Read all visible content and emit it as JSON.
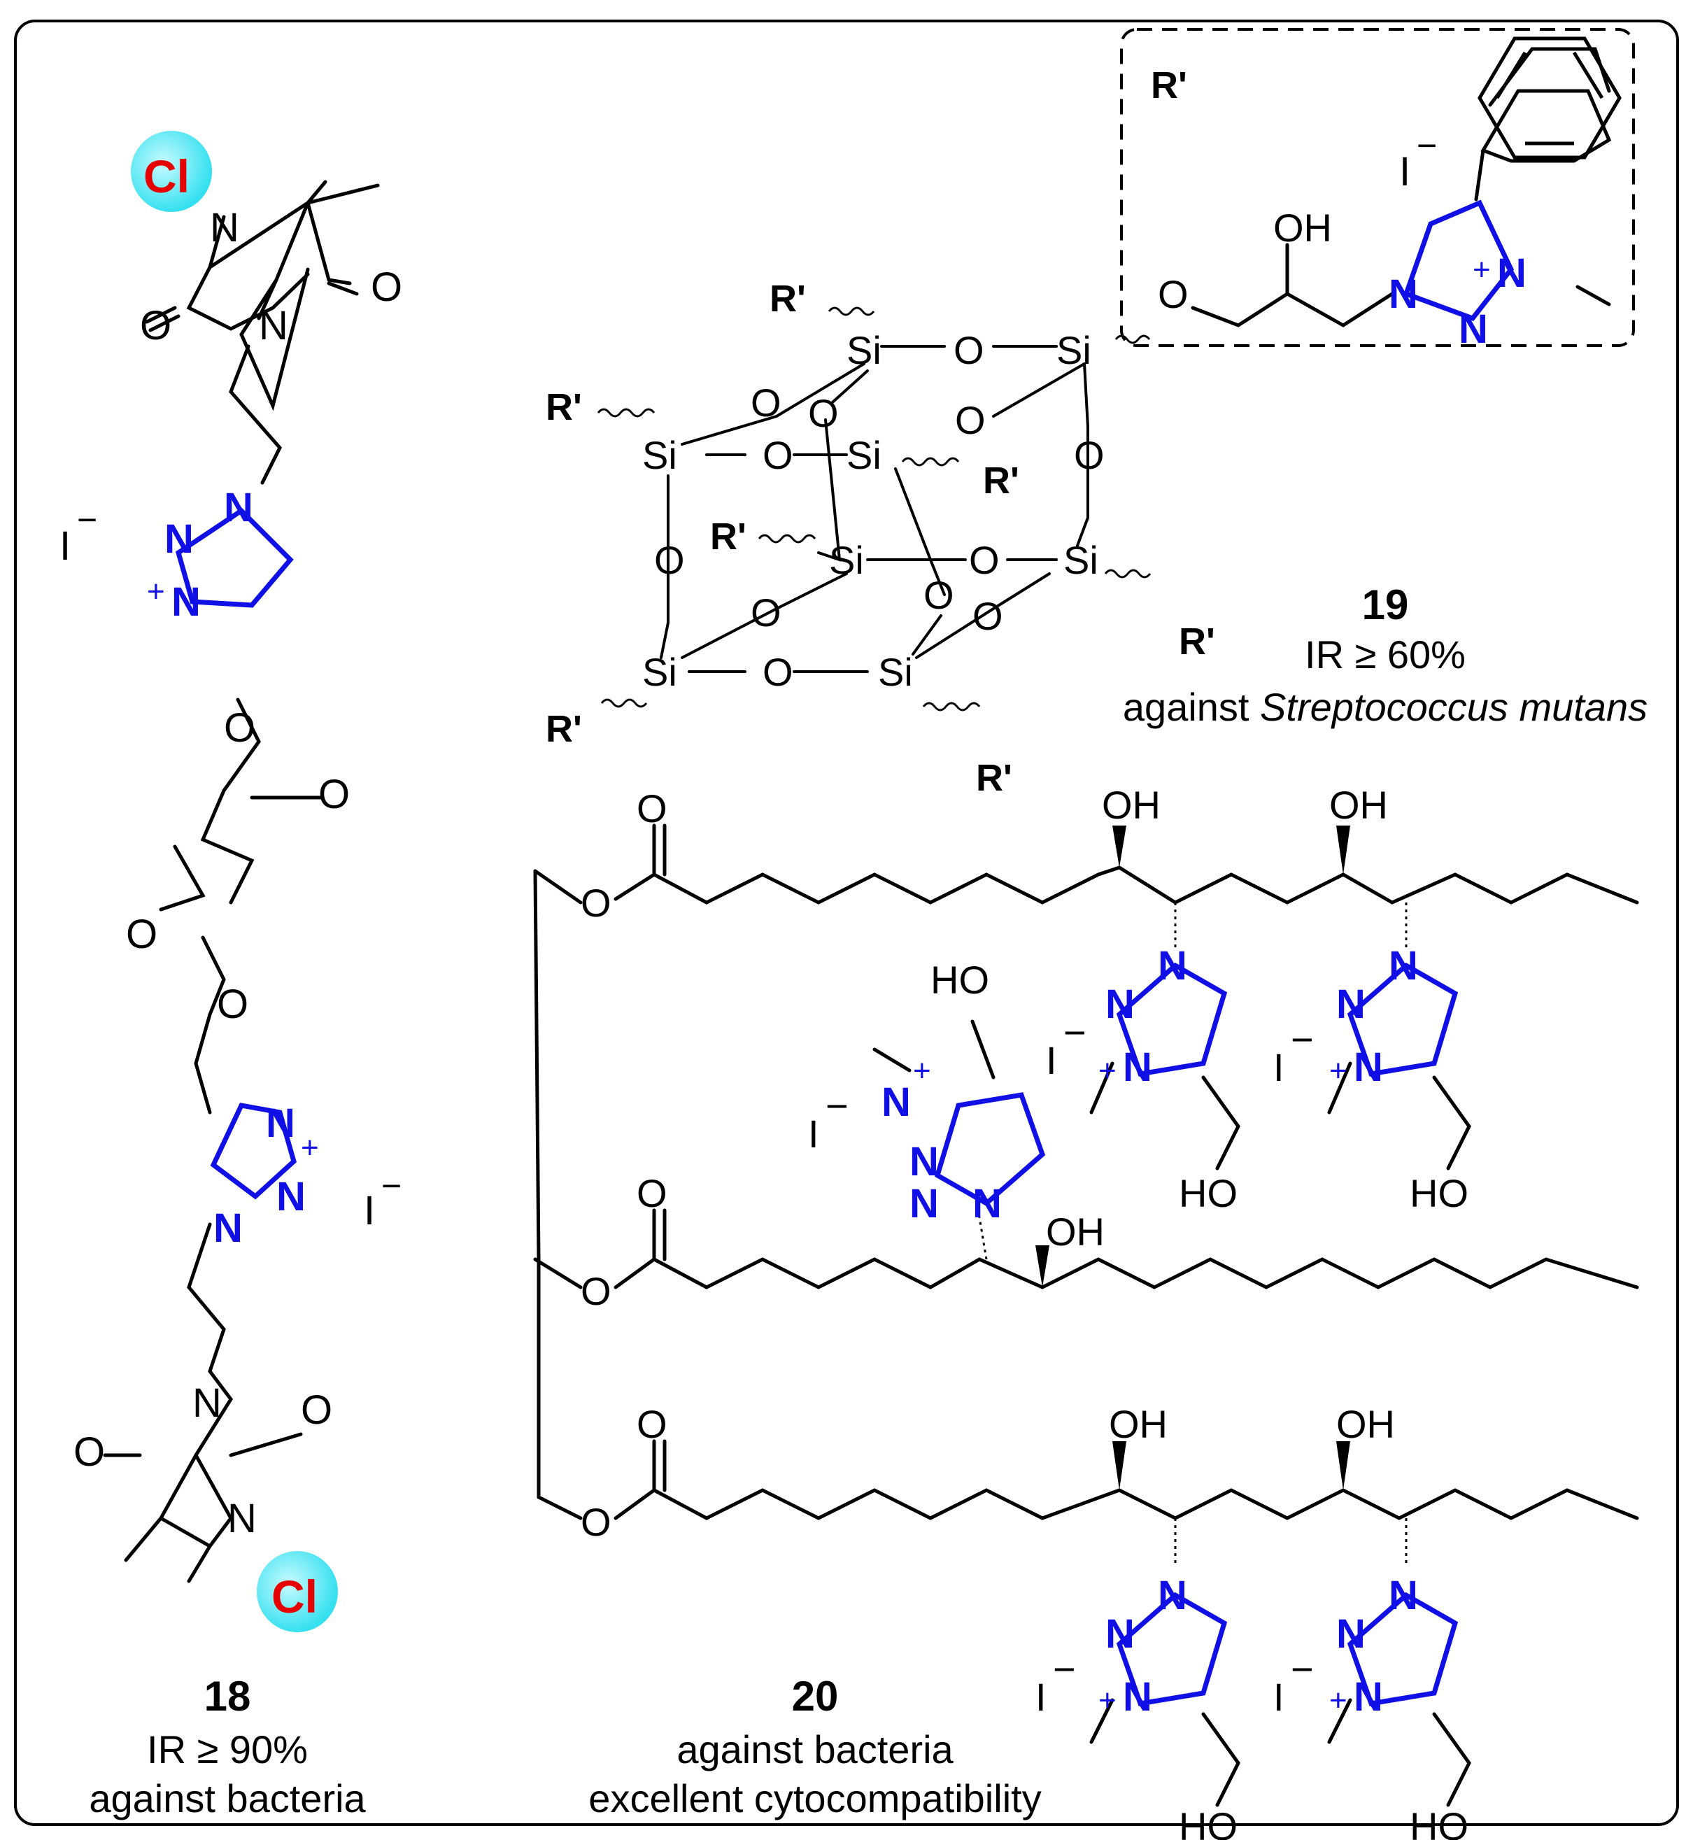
{
  "compounds": {
    "c18": {
      "number": "18",
      "activity": "IR ≥ 90%",
      "target": "against bacteria"
    },
    "c19": {
      "number": "19",
      "activity": "IR ≥ 60%",
      "target_prefix": "against ",
      "target_species": "Streptococcus mutans"
    },
    "c20": {
      "number": "20",
      "line1": "against bacteria",
      "line2": "excellent cytocompatibility"
    }
  },
  "atoms": {
    "cl": "Cl",
    "n": "N",
    "o": "O",
    "si": "Si",
    "oh": "OH",
    "ho": "HO",
    "iodide": "I",
    "minus": "−",
    "plus": "+",
    "r_prime": "R'"
  },
  "colors": {
    "triazole": "#1010e6",
    "chlorine_text": "#e60000",
    "chlorine_halo": "#35e0f0",
    "frame": "#000000"
  }
}
